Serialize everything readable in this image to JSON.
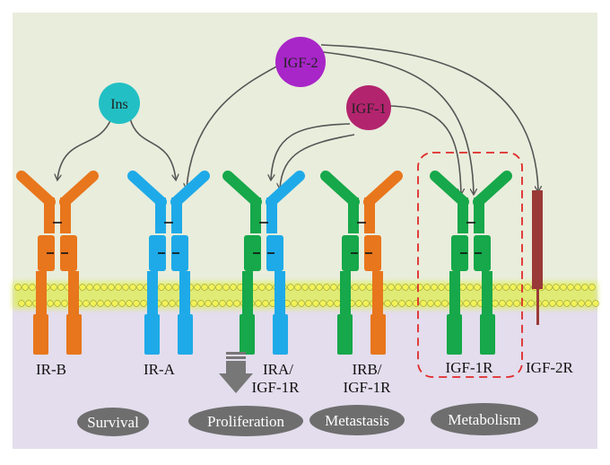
{
  "colors": {
    "background_top": "#e9eddc",
    "background_bottom": "#e3dded",
    "ir_b": "#e8761c",
    "ir_a": "#1eaae8",
    "igf1r": "#16a84a",
    "igf2r": "#9a3a38",
    "ins": "#22c0c4",
    "igf2": "#a826c8",
    "igf1": "#b3246e",
    "pill": "#6e6e6e",
    "highlight_box": "#e02a2a"
  },
  "ligands": {
    "ins": "Ins",
    "igf2": "IGF-2",
    "igf1": "IGF-1"
  },
  "receptors": {
    "ir_b": "IR-B",
    "ir_a": "IR-A",
    "ira_igf1r_line1": "IRA/",
    "ira_igf1r_line2": "IGF-1R",
    "irb_igf1r_line1": "IRB/",
    "irb_igf1r_line2": "IGF-1R",
    "igf1r": "IGF-1R",
    "igf2r": "IGF-2R"
  },
  "outcomes": [
    "Survival",
    "Proliferation",
    "Metastasis",
    "Metabolism"
  ],
  "icons": {
    "arrow": "down-arrow-icon",
    "membrane": "lipid-bilayer"
  }
}
